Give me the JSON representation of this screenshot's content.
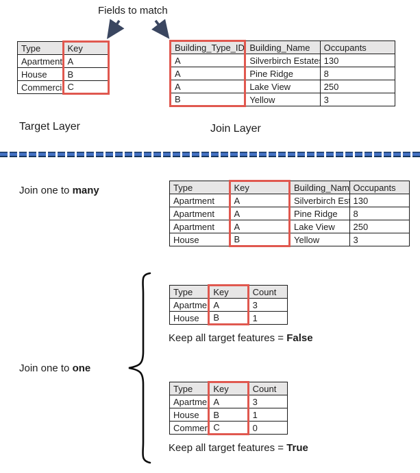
{
  "header": {
    "fields_to_match_label": "Fields to match",
    "target_layer_label": "Target Layer",
    "join_layer_label": "Join Layer"
  },
  "colors": {
    "key_highlight_red": "#e0584f",
    "table_header_gray": "#e7e6e6",
    "arrow_navy": "#3a4660",
    "divider_blue": "#4472c4",
    "divider_dark_navy": "#17375e"
  },
  "tables": {
    "target": {
      "headers": [
        "Type",
        "Key"
      ],
      "rows": [
        [
          "Apartment",
          "A"
        ],
        [
          "House",
          "B"
        ],
        [
          "Commercial",
          "C"
        ]
      ],
      "key_col": 1
    },
    "join_layer": {
      "headers": [
        "Building_Type_ID",
        "Building_Name",
        "Occupants"
      ],
      "rows": [
        [
          "A",
          "Silverbirch Estates",
          "130"
        ],
        [
          "A",
          "Pine Ridge",
          "8"
        ],
        [
          "A",
          "Lake View",
          "250"
        ],
        [
          "B",
          "Yellow",
          "3"
        ]
      ],
      "key_col": 0
    },
    "one_to_many": {
      "headers": [
        "Type",
        "Key",
        "Building_Name",
        "Occupants"
      ],
      "rows": [
        [
          "Apartment",
          "A",
          "Silverbirch Estates",
          "130"
        ],
        [
          "Apartment",
          "A",
          "Pine Ridge",
          "8"
        ],
        [
          "Apartment",
          "A",
          "Lake View",
          "250"
        ],
        [
          "House",
          "B",
          "Yellow",
          "3"
        ]
      ],
      "key_col": 1
    },
    "one_to_one_false": {
      "headers": [
        "Type",
        "Key",
        "Count"
      ],
      "rows": [
        [
          "Apartment",
          "A",
          "3"
        ],
        [
          "House",
          "B",
          "1"
        ]
      ],
      "key_col": 1
    },
    "one_to_one_true": {
      "headers": [
        "Type",
        "Key",
        "Count"
      ],
      "rows": [
        [
          "Apartment",
          "A",
          "3"
        ],
        [
          "House",
          "B",
          "1"
        ],
        [
          "Commercial",
          "C",
          "0"
        ]
      ],
      "key_col": 1
    }
  },
  "sections": {
    "one_to_many": {
      "label_prefix": "Join one to ",
      "label_bold": "many"
    },
    "one_to_one": {
      "label_prefix": "Join one to ",
      "label_bold": "one",
      "false_caption_prefix": "Keep all target features = ",
      "false_caption_value": "False",
      "true_caption_prefix": "Keep all target features = ",
      "true_caption_value": "True"
    }
  }
}
